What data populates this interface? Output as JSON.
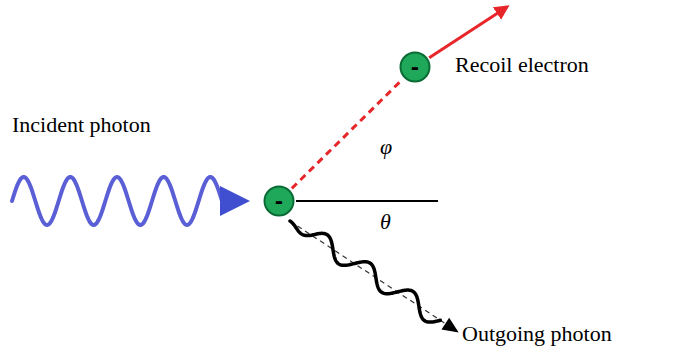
{
  "diagram": {
    "nodes": [
      {
        "text": [
          "-"
        ]
      },
      {
        "text": [
          "-"
        ]
      }
    ],
    "edges": [
      {
        "from": 1,
        "to": 0,
        "arrow": "to"
      }
    ],
    "labels": [
      "Incident photon",
      "Recoil electron",
      "φ",
      "θ",
      "Outgoing photon"
    ]
  }
}
